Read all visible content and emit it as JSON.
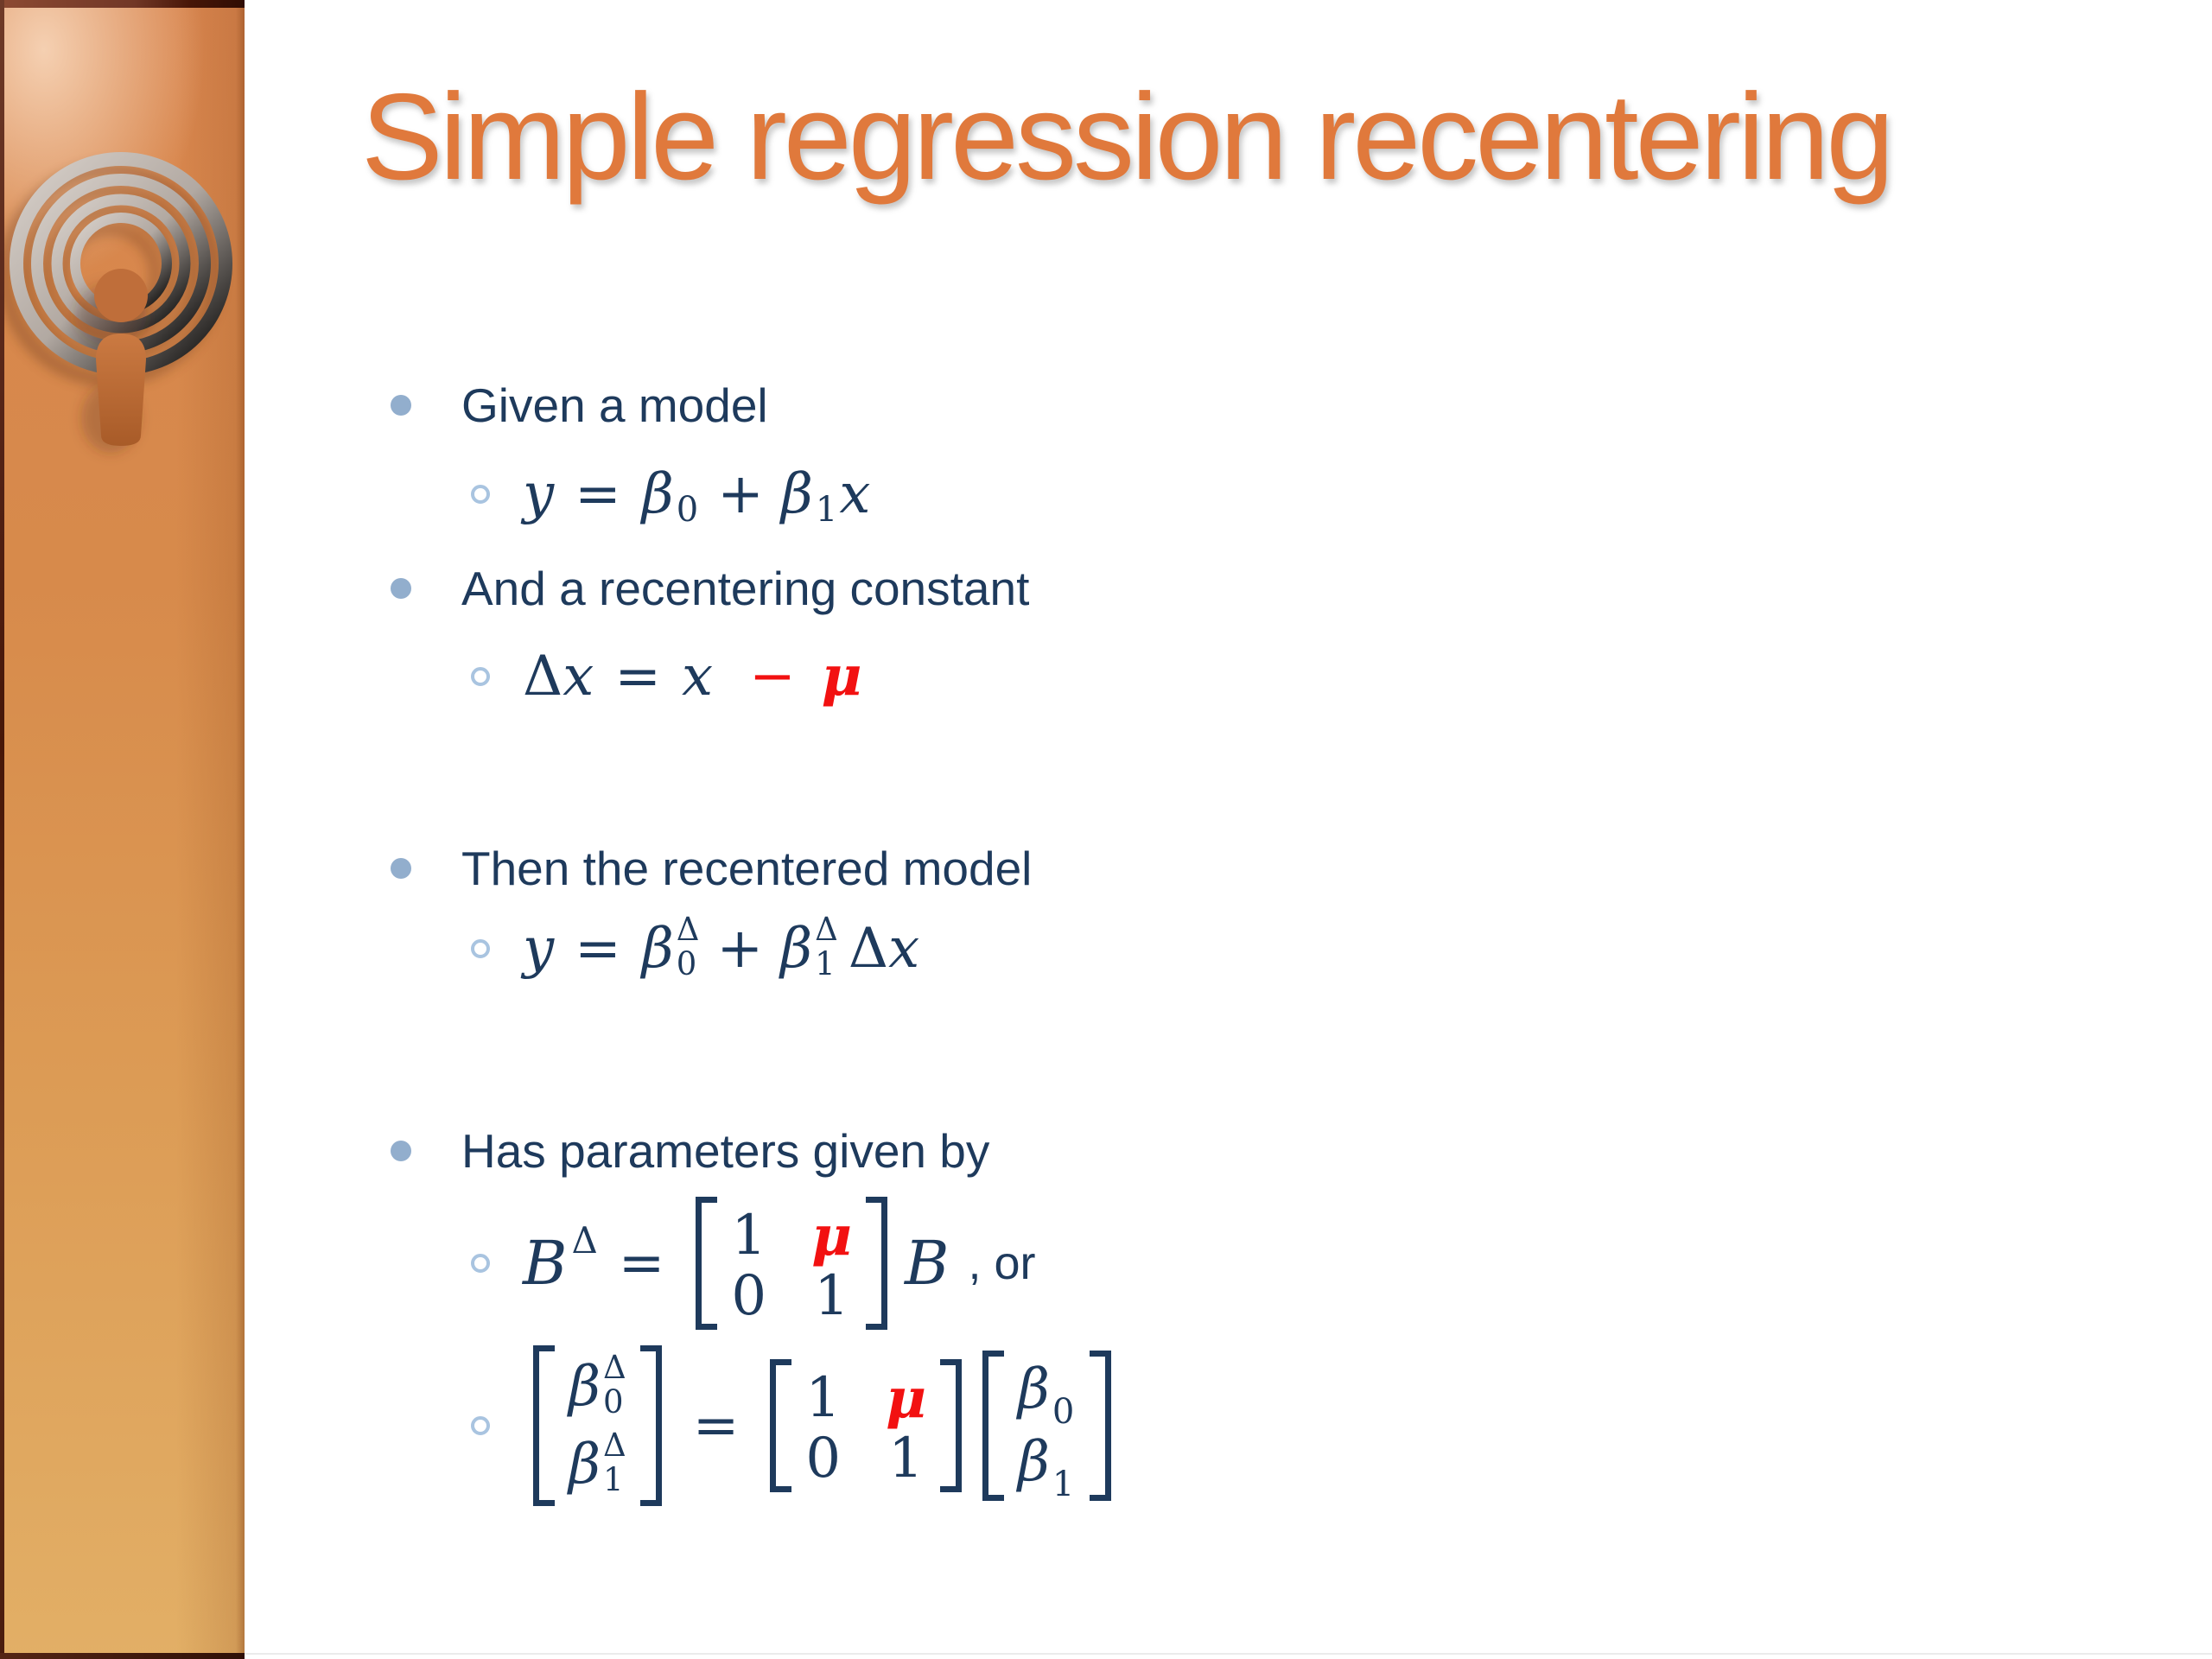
{
  "slide": {
    "title": "Simple regression recentering"
  },
  "bullets": {
    "given_model": "Given a model",
    "recentering_constant": "And a recentering constant",
    "recentered_model": "Then the recentered model",
    "parameters": "Has parameters given by"
  },
  "math": {
    "y": "y",
    "equals": "=",
    "beta": "β",
    "zero": "0",
    "one": "1",
    "plus": "+",
    "x": "x",
    "delta": "Δ",
    "minus": "−",
    "mu": "μ",
    "B": "B",
    "comma_or": ", or"
  },
  "colors": {
    "title_orange": "#E0793C",
    "body_navy": "#1E3A5C",
    "accent_red": "#F21111",
    "bullet_blue": "#92AECD"
  }
}
